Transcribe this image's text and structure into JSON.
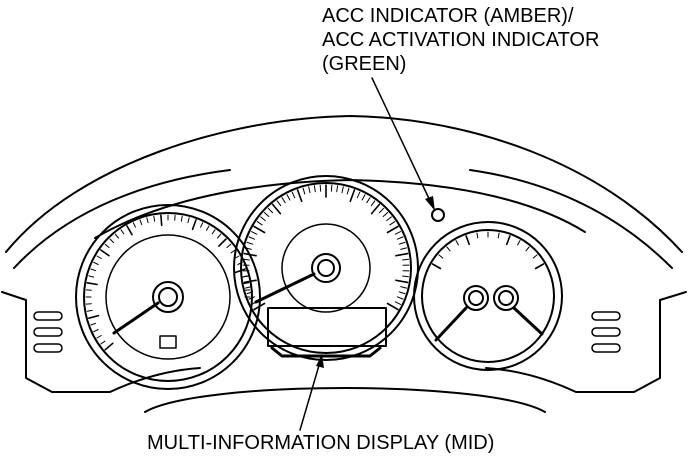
{
  "labels": {
    "acc_indicator": [
      "ACC INDICATOR (AMBER)/",
      "ACC ACTIVATION INDICATOR",
      "(GREEN)"
    ],
    "mid": "MULTI-INFORMATION DISPLAY (MID)"
  },
  "colors": {
    "line": "#000000",
    "background": "#ffffff"
  }
}
